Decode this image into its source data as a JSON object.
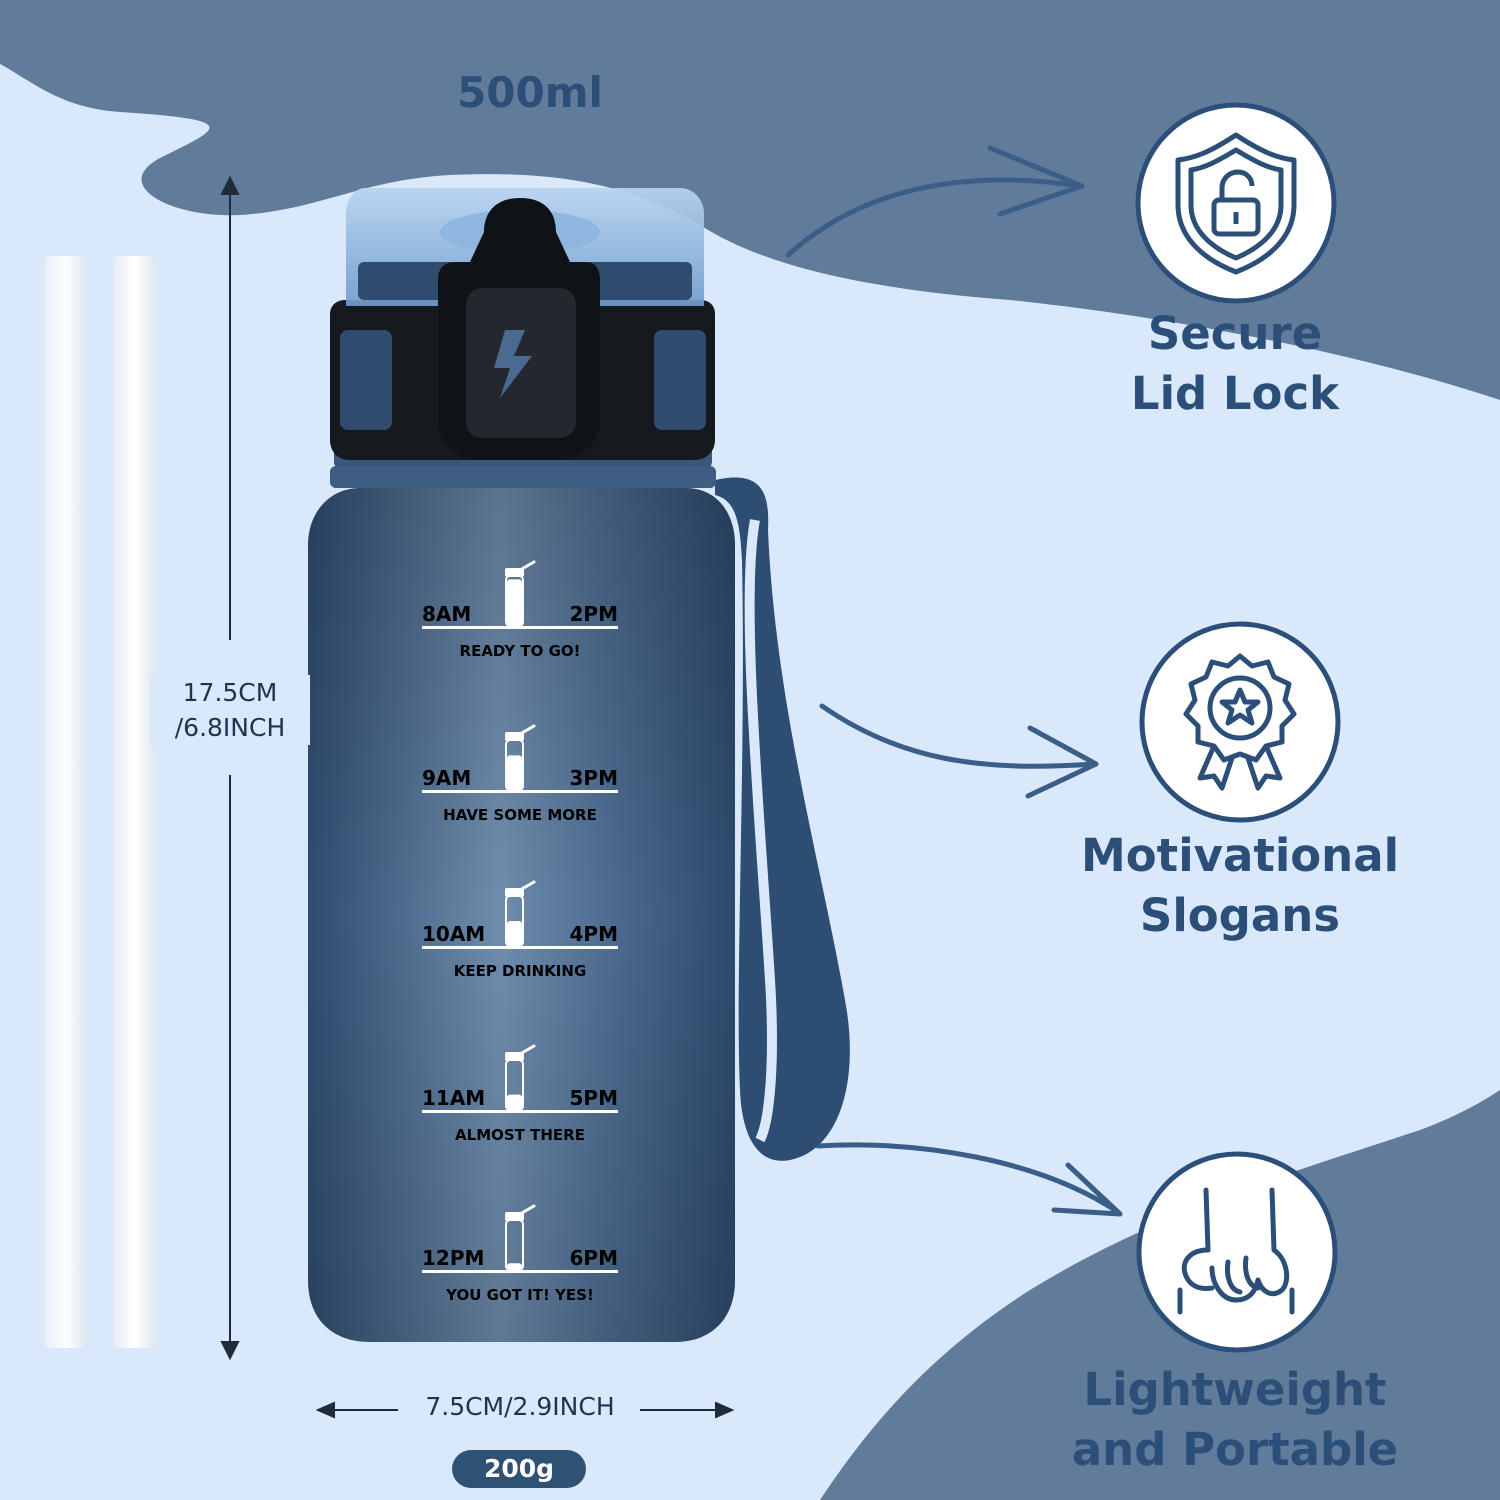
{
  "capacity": "500ml",
  "dimensions": {
    "height_line1": "17.5CM",
    "height_line2": "/6.8INCH",
    "width": "7.5CM/2.9INCH",
    "weight": "200g"
  },
  "time_markers": [
    {
      "left": "8AM",
      "right": "2PM",
      "slogan": "READY TO GO!"
    },
    {
      "left": "9AM",
      "right": "3PM",
      "slogan": "HAVE SOME MORE"
    },
    {
      "left": "10AM",
      "right": "4PM",
      "slogan": "KEEP DRINKING"
    },
    {
      "left": "11AM",
      "right": "5PM",
      "slogan": "ALMOST THERE"
    },
    {
      "left": "12PM",
      "right": "6PM",
      "slogan": "YOU GOT IT! YES!"
    }
  ],
  "features": [
    {
      "line1": "Secure",
      "line2": "Lid Lock",
      "icon": "shield-lock-icon"
    },
    {
      "line1": "Motivational",
      "line2": "Slogans",
      "icon": "award-badge-icon"
    },
    {
      "line1": "Lightweight",
      "line2": "and Portable",
      "icon": "hand-grip-icon"
    }
  ],
  "colors": {
    "background_light": "#d9e9fb",
    "background_band": "#617c9b",
    "bottle_body": "#3d5b7f",
    "accent_dark": "#2b4f78",
    "lid_black": "#161a1f"
  }
}
